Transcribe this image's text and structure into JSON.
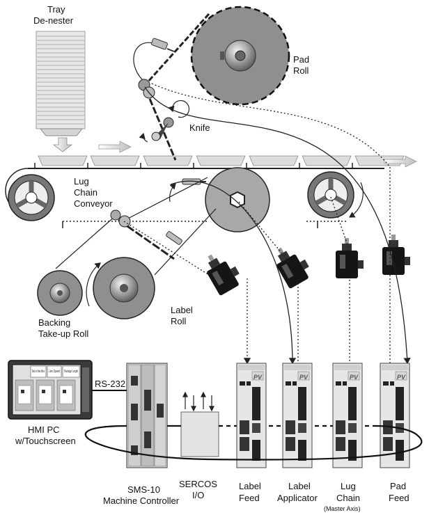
{
  "labels": {
    "tray_denester": [
      "Tray",
      "De-nester"
    ],
    "pad_roll": [
      "Pad",
      "Roll"
    ],
    "knife": "Knife",
    "lug_chain_conveyor": [
      "Lug",
      "Chain",
      "Conveyor"
    ],
    "backing_takeup_roll": [
      "Backing",
      "Take-up Roll"
    ],
    "label_roll": [
      "Label",
      "Roll"
    ],
    "rs232": "RS-232",
    "hmi": [
      "HMI PC",
      "w/Touchscreen"
    ],
    "sms10": [
      "SMS-10",
      "Machine Controller"
    ],
    "sercos_io": [
      "SERCOS",
      "I/O"
    ],
    "drives": [
      {
        "lines": [
          "Label",
          "Feed"
        ],
        "sub": ""
      },
      {
        "lines": [
          "Label",
          "Applicator"
        ],
        "sub": ""
      },
      {
        "lines": [
          "Lug",
          "Chain"
        ],
        "sub": "(Master Axis)"
      },
      {
        "lines": [
          "Pad",
          "Feed"
        ],
        "sub": ""
      }
    ]
  },
  "hmi_screen": {
    "buttons": [
      "Back to Main Menu",
      "Line Speed",
      "Package Length"
    ]
  },
  "drive_badge": "PV",
  "colors": {
    "line": "#222222",
    "roll_fill": "#8c8c8c",
    "tray": "#d9d9d9",
    "drive_body": "#e6e6e6",
    "motor": "#151515"
  }
}
